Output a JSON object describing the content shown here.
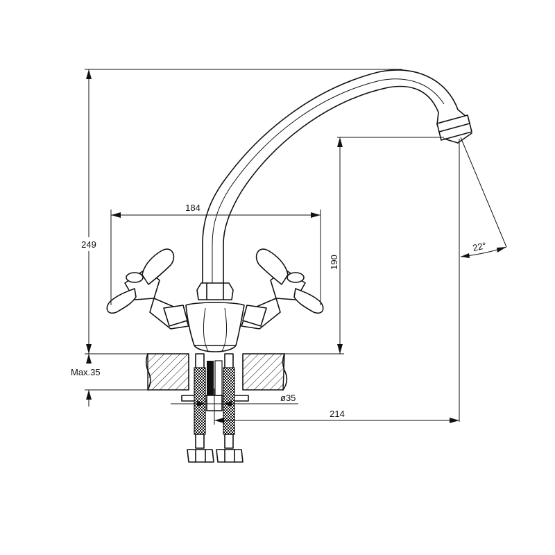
{
  "dimensions": {
    "width_handles": "184",
    "total_height": "249",
    "spout_height": "190",
    "spout_reach": "214",
    "angle": "22°",
    "max_mount": "Max.35",
    "hole_diameter": "ø35"
  }
}
